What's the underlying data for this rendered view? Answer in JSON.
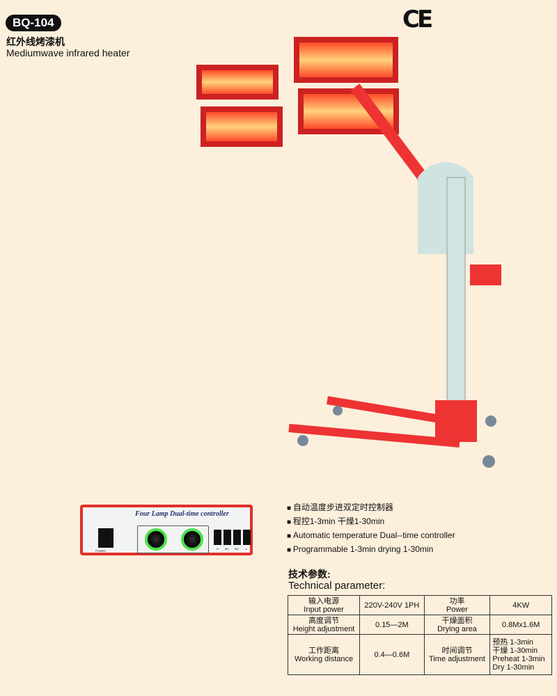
{
  "header": {
    "model": "BQ-104",
    "title_cn": "红外线烤漆机",
    "title_en": "Mediumwave infrared heater",
    "cert": "CE"
  },
  "controller": {
    "title": "Four Lamp Dual-time controller",
    "power_label": "POWER",
    "switches": [
      "H",
      "M1",
      "M2",
      "L"
    ]
  },
  "features": [
    "自动温度步进双定时控制器",
    "程控1-3min 干燥1-30min",
    "Automatic temperature Dual--time controller",
    "Programmable 1-3min drying 1-30min"
  ],
  "tech": {
    "title_cn": "技术参数:",
    "title_en": "Technical parameter:",
    "rows": [
      {
        "l_cn": "输入电源",
        "l_en": "Input power",
        "v1": "220V-240V 1PH",
        "r_cn": "功率",
        "r_en": "Power",
        "v2": [
          "4KW"
        ]
      },
      {
        "l_cn": "高度调节",
        "l_en": "Height adjustment",
        "v1": "0.15—2M",
        "r_cn": "干燥面积",
        "r_en": "Drying area",
        "v2": [
          "0.8Mx1.6M"
        ]
      },
      {
        "l_cn": "工作距离",
        "l_en": "Working distance",
        "v1": "0.4—0.6M",
        "r_cn": "时间调节",
        "r_en": "Time adjustment",
        "v2": [
          "预热 1-3min",
          "干燥 1-30min",
          "Preheat 1-3min",
          "Dry 1-30min"
        ]
      }
    ]
  },
  "colors": {
    "background": "#fcefdc",
    "frame_red": "#e0312a",
    "pole": "#cfe3e0",
    "lamp_glow": "#ff6a3a"
  }
}
